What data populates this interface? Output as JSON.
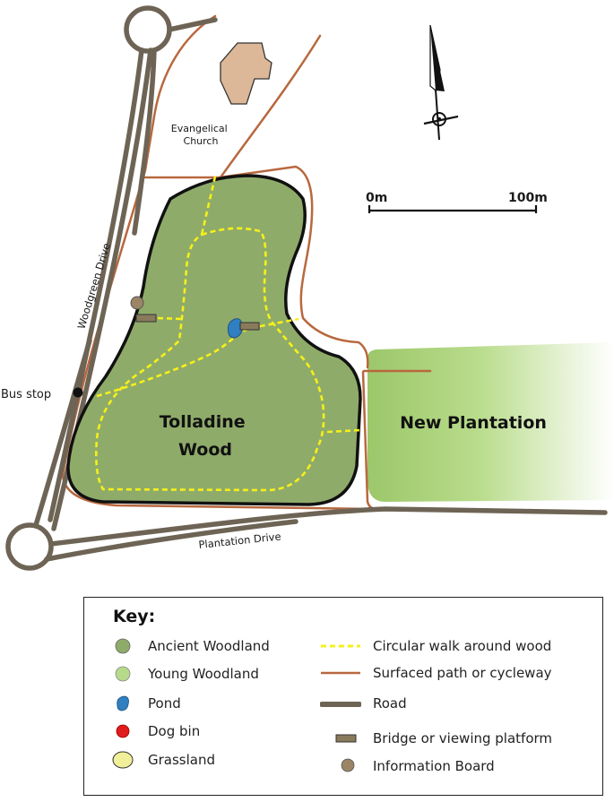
{
  "map": {
    "labels": {
      "church": [
        "Evangelical",
        "Church"
      ],
      "scale_start": "0m",
      "scale_end": "100m",
      "road_left": "Woodgreen Drive",
      "road_bottom": "Plantation Drive",
      "bus_stop": "Bus stop",
      "wood": [
        "Tolladine",
        "Wood"
      ],
      "plantation": "New Plantation"
    }
  },
  "key": {
    "title": "Key:",
    "items": [
      {
        "label": "Ancient Woodland",
        "symbol": "dot",
        "color": "#8fab6a"
      },
      {
        "label": "Young Woodland",
        "symbol": "dot",
        "color": "#b6d98a"
      },
      {
        "label": "Pond",
        "symbol": "drop",
        "color": "#2f7fc1"
      },
      {
        "label": "Dog bin",
        "symbol": "dot",
        "color": "#e01b1b"
      },
      {
        "label": "Grassland",
        "symbol": "dot",
        "color": "#f0f09a"
      },
      {
        "label": "Circular walk around wood",
        "symbol": "dashed-line",
        "color": "#f5f01a"
      },
      {
        "label": "Surfaced path or cycleway",
        "symbol": "line",
        "color": "#b8683e"
      },
      {
        "label": "Road",
        "symbol": "thick-line",
        "color": "#6e6455"
      },
      {
        "label": "Bridge or viewing platform",
        "symbol": "rect",
        "color": "#8a7a5c"
      },
      {
        "label": "Information Board",
        "symbol": "dot",
        "color": "#9c8466"
      }
    ]
  },
  "colors": {
    "road": "#6e6455",
    "path": "#b8683e",
    "ancient_woodland": "#8fab6a",
    "young_woodland": "#b6d98a",
    "church": "#dcb898",
    "walk": "#f5f01a",
    "pond": "#2f7fc1"
  }
}
